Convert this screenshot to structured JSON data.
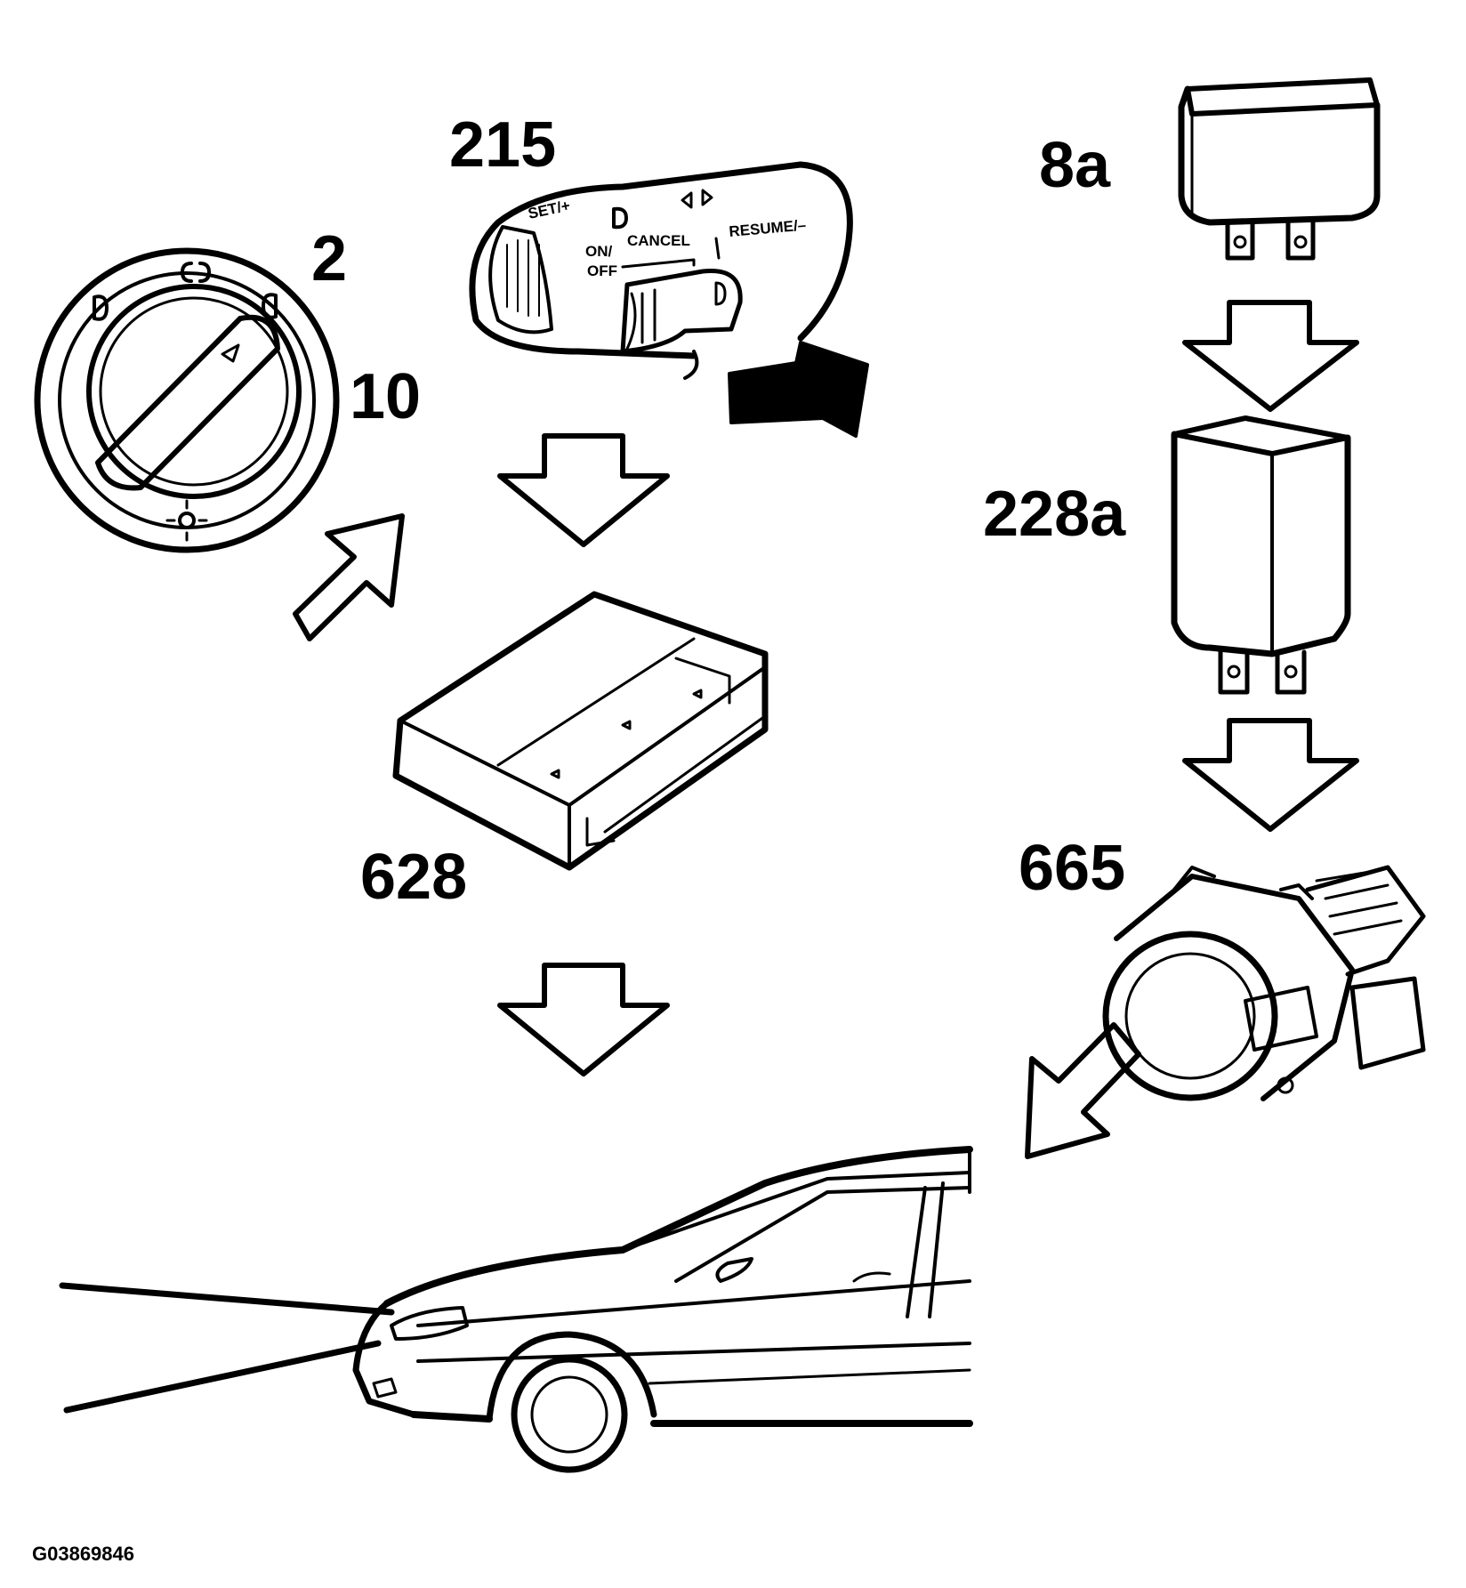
{
  "labels": {
    "switch": "2",
    "switch_position": "10",
    "stalk": "215",
    "control_module": "628",
    "relay_top": "8a",
    "relay_mid": "228a",
    "fog_lamp": "665"
  },
  "stalk_markings": {
    "set": "SET/+",
    "on_off_1": "ON/",
    "on_off_2": "OFF",
    "cancel": "CANCEL",
    "resume": "RESUME/–"
  },
  "figure_id": "G03869846"
}
